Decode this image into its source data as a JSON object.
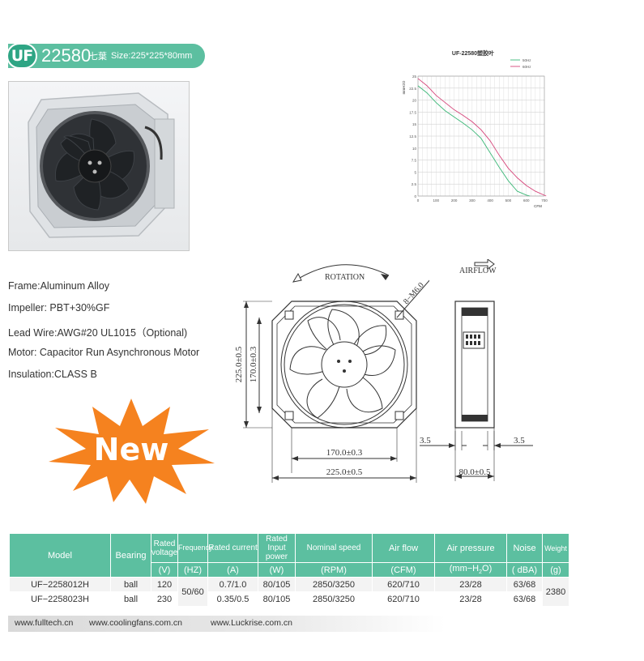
{
  "header": {
    "logo": "UF",
    "model_code": "22580",
    "model_suffix": "七葉",
    "size": "Size:225*225*80mm"
  },
  "chart": {
    "title": "UF-22580塑胶叶",
    "ylabel": "mmH2O",
    "xlabel": "CFM",
    "y_ticks": [
      "25",
      "22.5",
      "20",
      "17.5",
      "15",
      "12.5",
      "10",
      "7.5",
      "5",
      "2.5",
      "0"
    ],
    "x_ticks": [
      "0",
      "100",
      "200",
      "300",
      "400",
      "500",
      "600",
      "700"
    ],
    "legend": [
      "50Hz",
      "60Hz"
    ]
  },
  "chart_data": {
    "type": "line",
    "title": "UF-22580塑胶叶",
    "xlabel": "CFM",
    "ylabel": "mmH2O",
    "xlim": [
      0,
      700
    ],
    "ylim": [
      0,
      25
    ],
    "grid": true,
    "legend_position": "top-right",
    "series": [
      {
        "name": "50Hz",
        "color": "#3cb878",
        "x": [
          0,
          50,
          100,
          150,
          200,
          250,
          300,
          350,
          400,
          450,
          500,
          550,
          600,
          620
        ],
        "y": [
          23,
          21.5,
          19.5,
          17.8,
          16.5,
          15.2,
          13.8,
          12,
          9,
          6,
          3.2,
          1,
          0.2,
          0
        ]
      },
      {
        "name": "60Hz",
        "color": "#d6457a",
        "x": [
          0,
          50,
          100,
          150,
          200,
          250,
          300,
          350,
          400,
          450,
          500,
          550,
          600,
          650,
          710
        ],
        "y": [
          24.5,
          23,
          21,
          19.5,
          18,
          16.8,
          15.5,
          13.8,
          11.5,
          8.5,
          5.8,
          3.8,
          2.2,
          1,
          0
        ]
      }
    ]
  },
  "specs": {
    "frame": "Frame:Aluminum Alloy",
    "impeller": "Impeller: PBT+30%GF",
    "lead_wire": "Lead Wire:AWG#20 UL1015（Optional)",
    "motor": "Motor: Capacitor Run Asynchronous Motor",
    "insulation": "Insulation:CLASS B"
  },
  "badge": {
    "text": "New",
    "color": "#f5821f"
  },
  "drawing": {
    "rotation": "ROTATION",
    "airflow": "AIRFLOW",
    "screw": "8−M6.0",
    "dim_outer_h": "225.0±0.5",
    "dim_inner_h": "170.0±0.3",
    "dim_inner_w": "170.0±0.3",
    "dim_outer_w": "225.0±0.5",
    "dim_left": "3.5",
    "dim_right": "3.5",
    "dim_depth": "80.0±0.5"
  },
  "table": {
    "headers": {
      "model": "Model",
      "bearing": "Bearing",
      "voltage": "Rated voltage",
      "frequency": "Frequency",
      "current": "Rated current",
      "power": "Rated Input power",
      "speed": "Nominal speed",
      "airflow": "Air flow",
      "pressure": "Air pressure",
      "noise": "Noise",
      "weight": "Weight"
    },
    "units": {
      "voltage": "(V)",
      "frequency": "(HZ)",
      "current": "(A)",
      "power": "(W)",
      "speed": "(RPM)",
      "airflow": "(CFM)",
      "pressure_pre": "(mm−H",
      "pressure_sub": "2",
      "pressure_post": "O)",
      "noise": "( dBA)",
      "weight": "(g)"
    },
    "shared": {
      "frequency": "50/60",
      "weight": "2380"
    },
    "rows": [
      {
        "model": "UF−2258012H",
        "bearing": "ball",
        "voltage": "120",
        "current": "0.7/1.0",
        "power": "80/105",
        "speed": "2850/3250",
        "airflow": "620/710",
        "pressure": "23/28",
        "noise": "63/68"
      },
      {
        "model": "UF−2258023H",
        "bearing": "ball",
        "voltage": "230",
        "current": "0.35/0.5",
        "power": "80/105",
        "speed": "2850/3250",
        "airflow": "620/710",
        "pressure": "23/28",
        "noise": "63/68"
      }
    ]
  },
  "footer": {
    "site1": "www.fulltech.cn",
    "site2": "www.coolingfans.com.cn",
    "site3": "www.Luckrise.com.cn"
  },
  "colors": {
    "accent": "#5cbfa0",
    "accent_dark": "#2ea584"
  }
}
